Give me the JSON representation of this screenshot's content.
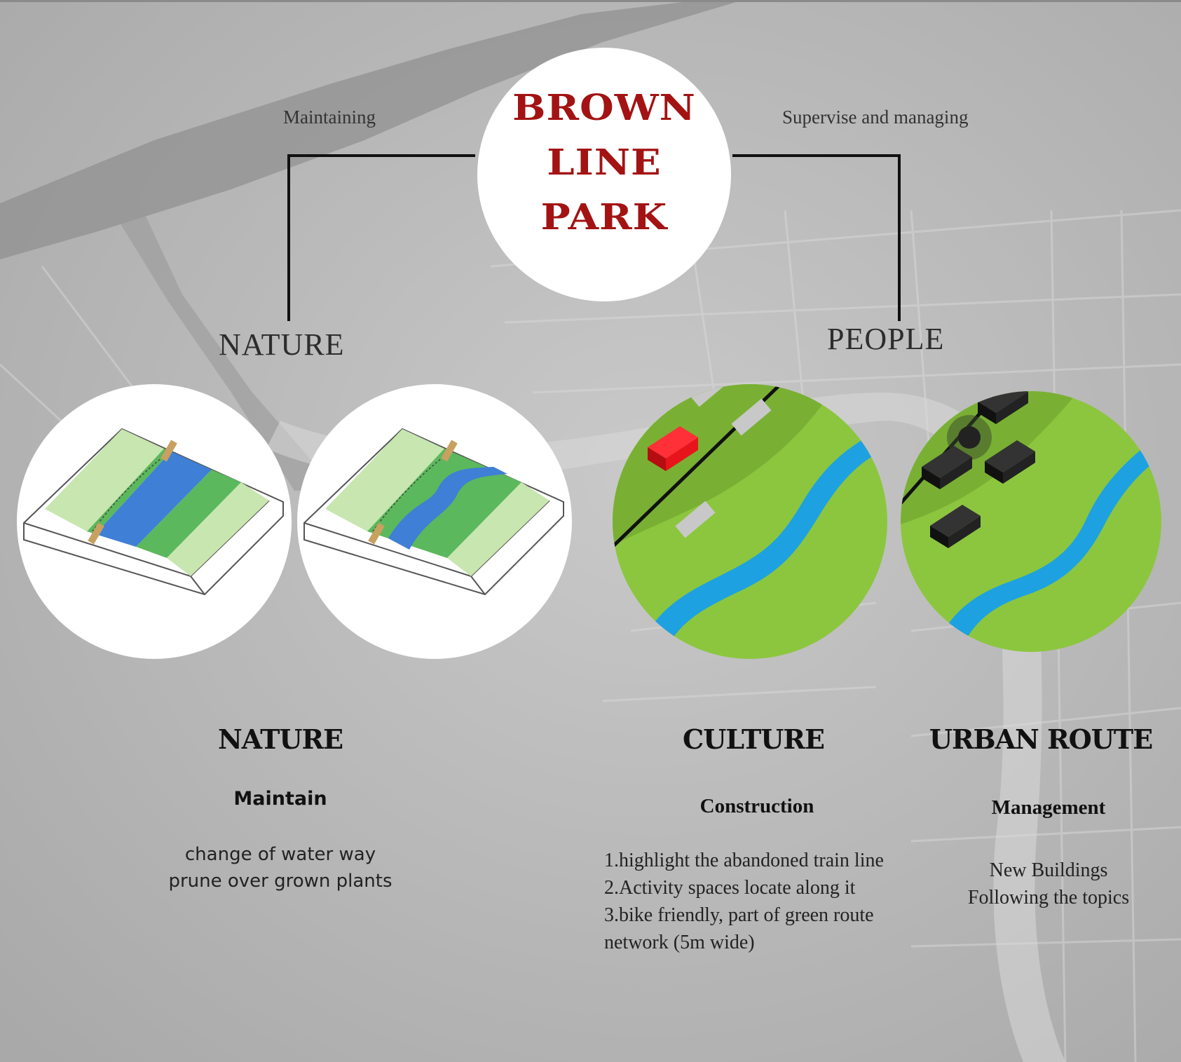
{
  "title": {
    "line1": "BROWN",
    "line2": "LINE",
    "line3": "PARK",
    "color": "#a31313"
  },
  "connectors": {
    "left_label": "Maintaining",
    "right_label": "Supervise and managing",
    "left_branch": "NATURE",
    "right_branch": "PEOPLE"
  },
  "columns": {
    "nature": {
      "heading": "NATURE",
      "subheading": "Maintain",
      "lines": [
        "change of water way",
        "prune over grown plants"
      ]
    },
    "culture": {
      "heading": "CULTURE",
      "subheading": "Construction",
      "lines": [
        "1.highlight the abandoned train line",
        "2.Activity spaces locate along it",
        "3.bike friendly, part of green route network (5m wide)"
      ]
    },
    "urban": {
      "heading": "URBAN ROUTE",
      "subheading": "Management",
      "lines": [
        "New Buildings",
        "Following the topics"
      ]
    }
  },
  "colors": {
    "background": "#b4b4b4",
    "grass": "#8cc63f",
    "water": "#1da1e0",
    "strip_green": "#5cb85c",
    "light_green": "#c8e6b0",
    "building_red": "#e8141b",
    "building_black": "#222222"
  }
}
